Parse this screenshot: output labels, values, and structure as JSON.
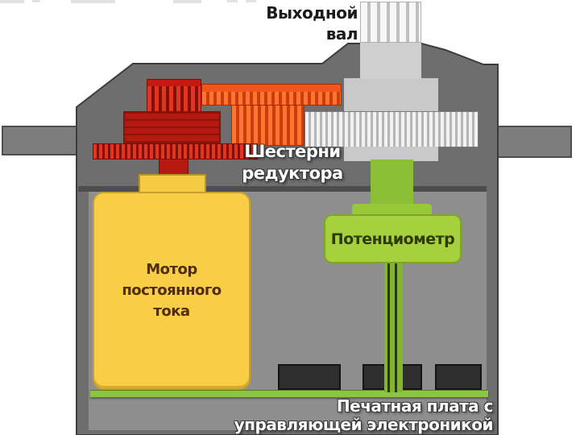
{
  "diagram": {
    "subject": "servo-internals-cutaway",
    "labels": {
      "output_shaft": {
        "line1": "Выходной",
        "line2": "вал"
      },
      "gearbox": {
        "line1": "Шестерни",
        "line2": "редуктора"
      },
      "potentiometer": "Потенциометр",
      "motor": "Мотор\nпостоянного\nтока",
      "pcb": {
        "line1": "Печатная плата с",
        "line2": "управляющей электроникой"
      }
    },
    "colors": {
      "case_gray": "#6e6e6e",
      "cavity_gray": "#8e8e8e",
      "mount_tab_gray": "#7d7d7d",
      "gear_red": "#e23420",
      "gear_red_dark": "#801107",
      "gear_orange": "#ff7433",
      "gear_orange_dark": "#cc3d0c",
      "output_gear_light": "#d9d9d9",
      "motor_yellow": "#f8ce46",
      "motor_text_brown": "#4f2d08",
      "potentiometer_green": "#a6d13c",
      "pcb_green": "#8cc63e",
      "chip_dark": "#2f2f2f",
      "label_white": "#fdfdfd",
      "label_black": "#1a1a1a"
    }
  }
}
